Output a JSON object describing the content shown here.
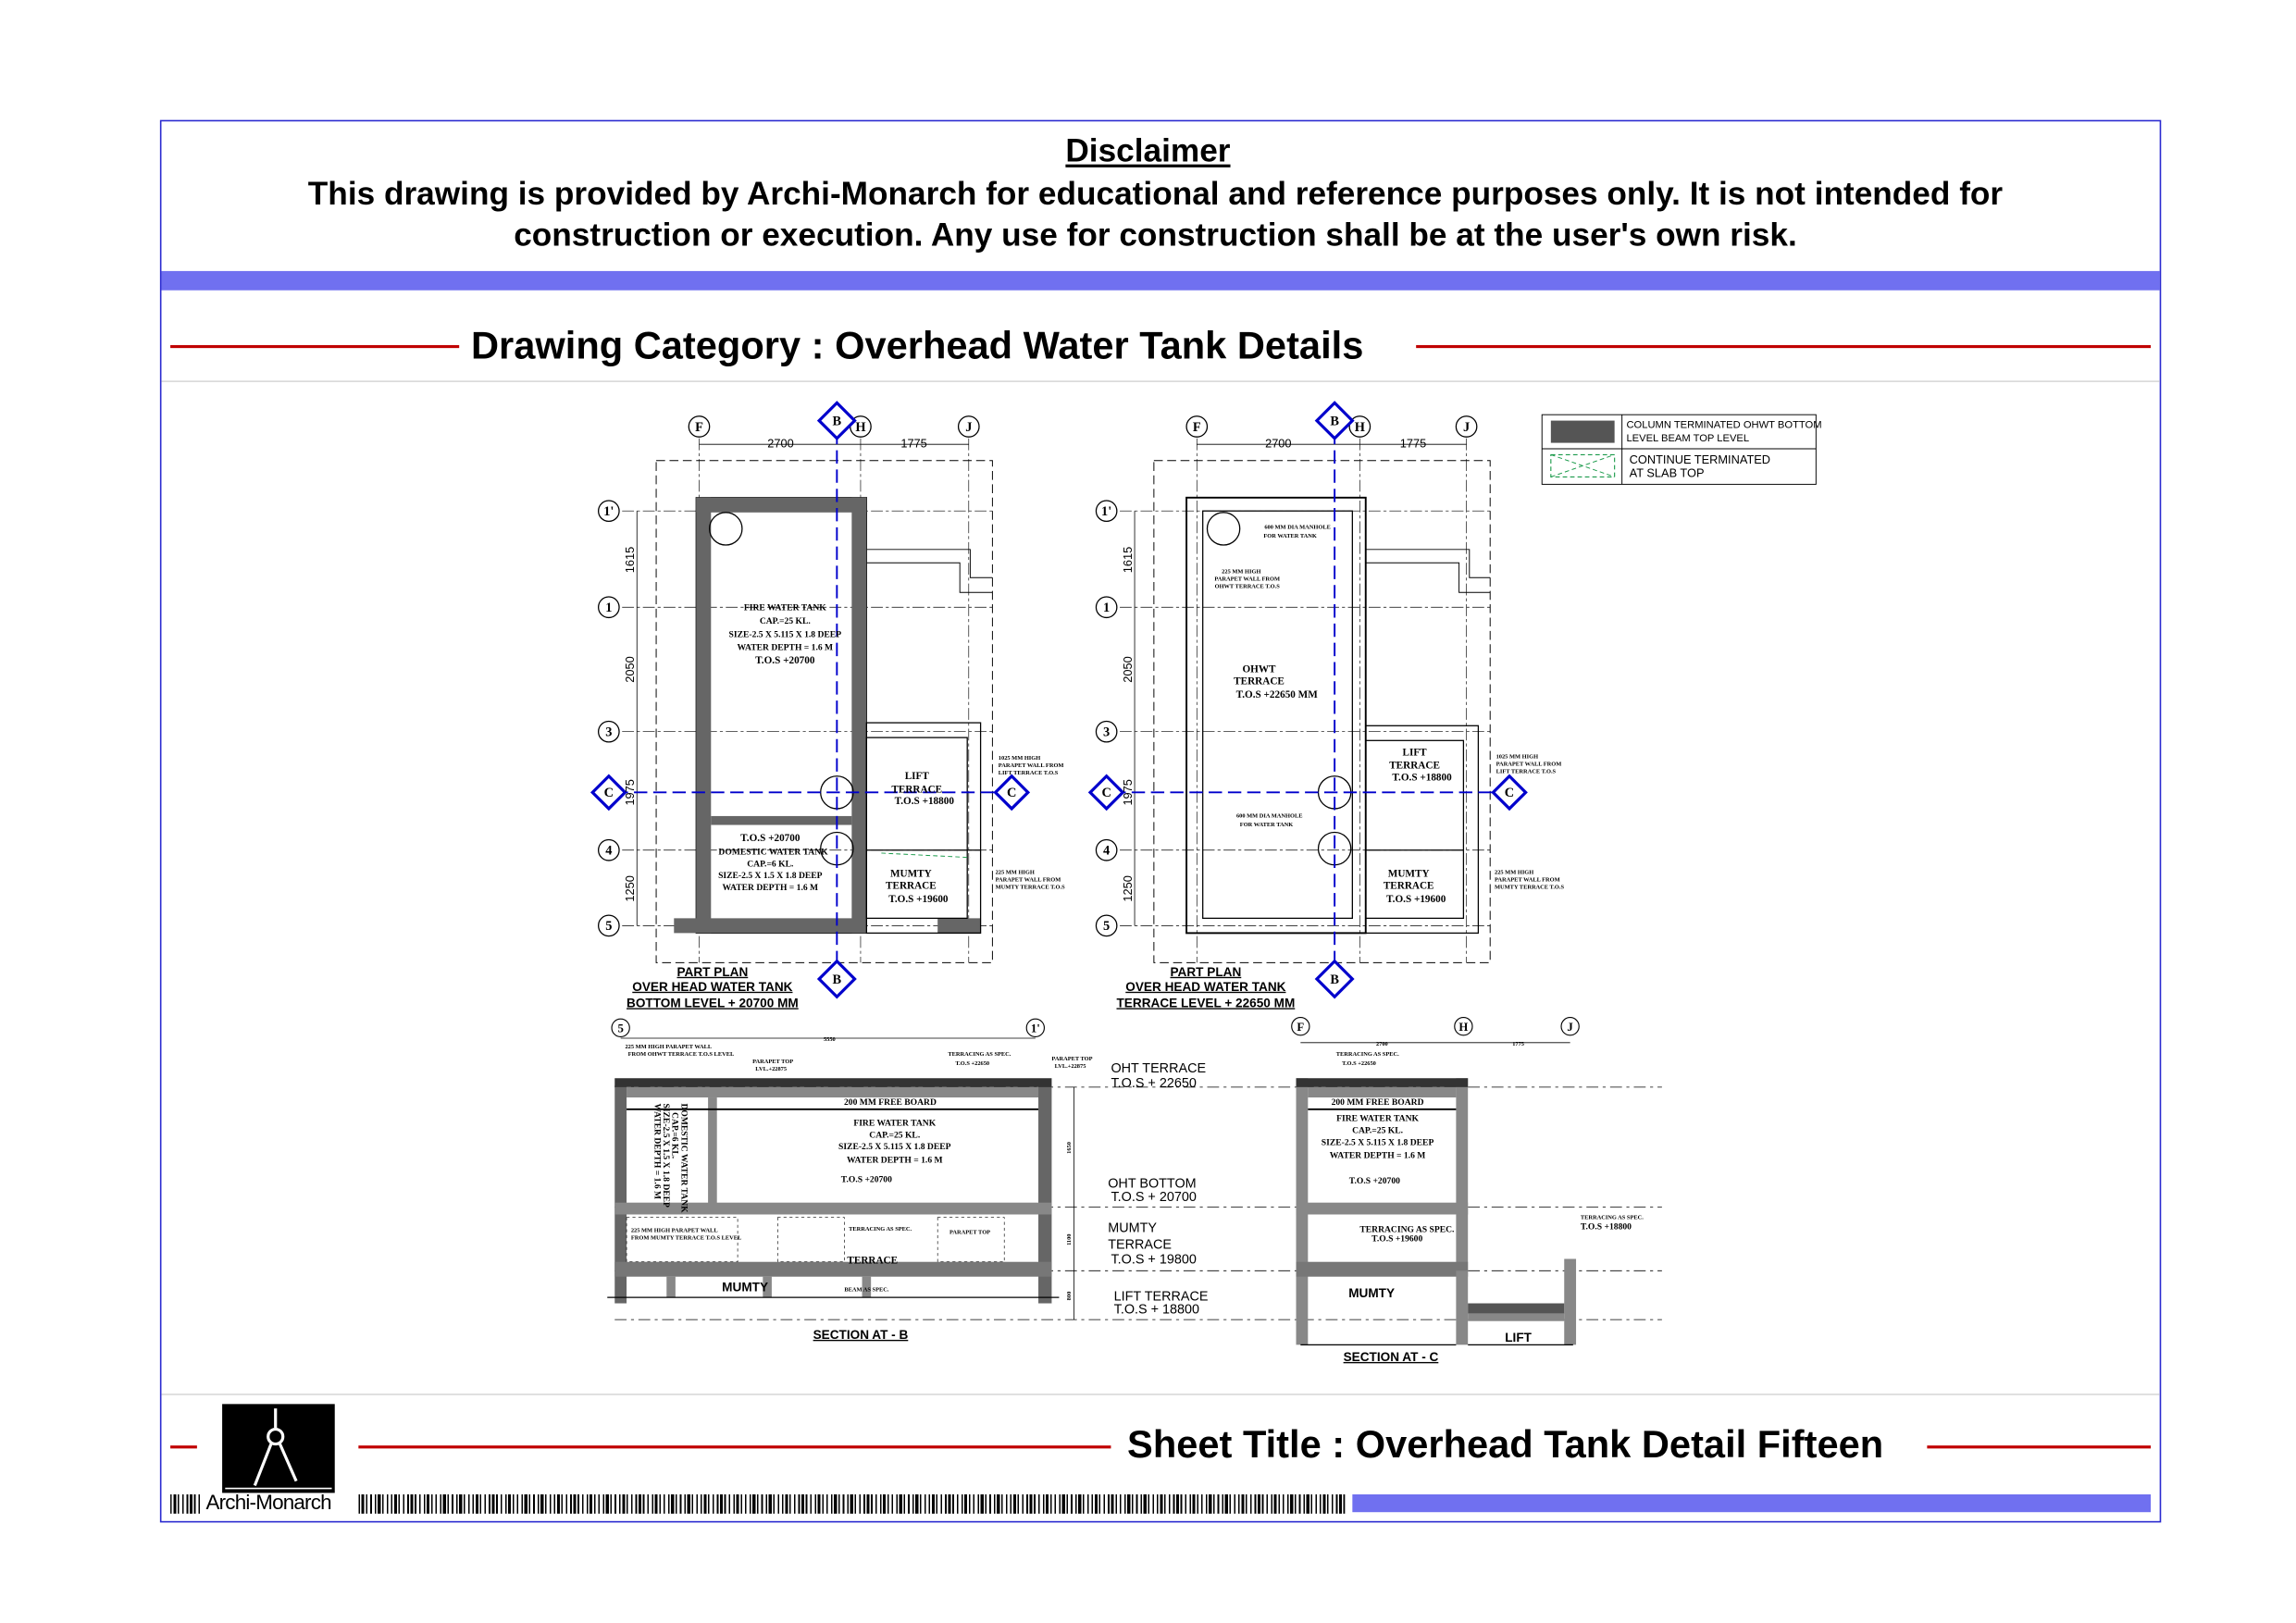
{
  "header": {
    "disclaimer_title": "Disclaimer",
    "disclaimer_text": "This drawing is provided by Archi-Monarch for educational and reference purposes only. It is not intended for construction or execution. Any use for construction shall be at the user's own risk.",
    "category": "Drawing Category : Overhead Water Tank Details"
  },
  "footer": {
    "sheet_title": "Sheet Title : Overhead Tank Detail Fifteen",
    "brand": "Archi-Monarch"
  },
  "colors": {
    "frame": "#2a2ad0",
    "accent_bar": "#7070f0",
    "rule": "#c00000",
    "section_line": "#0000cc"
  },
  "legend": {
    "item1": [
      "COLUMN TERMINATED OHWT BOTTOM",
      "LEVEL BEAM TOP LEVEL"
    ],
    "item2": [
      "CONTINUE TERMINATED",
      "AT SLAB TOP"
    ]
  },
  "grid": {
    "cols": [
      "F",
      "H",
      "J"
    ],
    "rows": [
      "1'",
      "1",
      "3",
      "4",
      "5"
    ],
    "section_b": "B",
    "section_c": "C"
  },
  "dims": {
    "fh": "2700",
    "hj": "1775",
    "r1": "1615",
    "r2": "2050",
    "r3": "1975",
    "r4": "1250",
    "sec_b_total": "5550",
    "sec_b_h1": "1650",
    "sec_b_h2": "1100",
    "sec_b_h3": "800"
  },
  "plan1": {
    "fire_tank": [
      "FIRE WATER TANK",
      "CAP.=25 KL.",
      "SIZE-2.5 X 5.115 X 1.8 DEEP",
      "WATER DEPTH = 1.6 M",
      "T.O.S +20700"
    ],
    "domestic_tank": [
      "T.O.S +20700",
      "DOMESTIC WATER TANK",
      "CAP.=6 KL.",
      "SIZE-2.5 X 1.5 X 1.8 DEEP",
      "WATER DEPTH = 1.6 M"
    ],
    "lift": [
      "LIFT",
      "TERRACE",
      "T.O.S +18800"
    ],
    "mumty": [
      "MUMTY",
      "TERRACE",
      "T.O.S +19600"
    ],
    "parapet_lift": [
      "1025 MM HIGH",
      "PARAPET WALL FROM",
      "LIFT TERRACE T.O.S"
    ],
    "parapet_mumty": [
      "225 MM HIGH",
      "PARAPET WALL FROM",
      "MUMTY TERRACE T.O.S"
    ],
    "title": [
      "PART PLAN",
      "OVER HEAD WATER TANK",
      "BOTTOM LEVEL + 20700 MM"
    ]
  },
  "plan2": {
    "ohwt": [
      "OHWT",
      "TERRACE",
      "T.O.S +22650 MM"
    ],
    "manhole": [
      "600 MM DIA MANHOLE",
      "FOR WATER TANK"
    ],
    "parapet_ohwt": [
      "225 MM HIGH",
      "PARAPET WALL FROM",
      "OHWT TERRACE T.O.S"
    ],
    "lift": [
      "LIFT",
      "TERRACE",
      "T.O.S +18800"
    ],
    "mumty": [
      "MUMTY",
      "TERRACE",
      "T.O.S +19600"
    ],
    "parapet_lift": [
      "1025 MM HIGH",
      "PARAPET WALL FROM",
      "LIFT TERRACE T.O.S"
    ],
    "parapet_mumty": [
      "225 MM HIGH",
      "PARAPET WALL FROM",
      "MUMTY TERRACE T.O.S"
    ],
    "title": [
      "PART PLAN",
      "OVER HEAD WATER TANK",
      "TERRACE LEVEL + 22650 MM"
    ]
  },
  "section_b": {
    "free_board": "200 MM FREE BOARD",
    "fire_tank": [
      "FIRE WATER TANK",
      "CAP.=25 KL.",
      "SIZE-2.5 X 5.115 X 1.8 DEEP",
      "WATER DEPTH = 1.6 M"
    ],
    "domestic": [
      "DOMESTIC WATER TANK",
      "CAP.=6 KL.",
      "SIZE-2.5 X 1.5 X 1.8 DEEP",
      "WATER DEPTH = 1.6 M"
    ],
    "tos_bottom": "T.O.S +20700",
    "parapet_top": [
      "PARAPET TOP",
      "LVL.+22875"
    ],
    "terracing": [
      "TERRACING AS SPEC.",
      "T.O.S +22650"
    ],
    "parapet_ohwt": [
      "225 MM HIGH PARAPET WALL",
      "FROM OHWT TERRACE T.O.S LEVEL"
    ],
    "parapet_mumty": [
      "225 MM HIGH PARAPET WALL",
      "FROM MUMTY TERRACE T.O.S LEVEL"
    ],
    "terrace": "TERRACE",
    "mumty": "MUMTY",
    "beam": "BEAM AS SPEC.",
    "title": "SECTION AT - B"
  },
  "levels": [
    {
      "name": "OHT TERRACE",
      "tos": "T.O.S + 22650"
    },
    {
      "name": "OHT BOTTOM",
      "tos": "T.O.S + 20700"
    },
    {
      "name": "MUMTY\nTERRACE",
      "name1": "MUMTY",
      "name2": "TERRACE",
      "tos": "T.O.S + 19800"
    },
    {
      "name": "LIFT TERRACE",
      "tos": "T.O.S + 18800"
    }
  ],
  "section_c": {
    "free_board": "200 MM FREE BOARD",
    "fire_tank": [
      "FIRE WATER TANK",
      "CAP.=25 KL.",
      "SIZE-2.5 X 5.115 X 1.8 DEEP",
      "WATER DEPTH = 1.6 M"
    ],
    "tos_bottom": "T.O.S +20700",
    "terracing_top": [
      "TERRACING AS SPEC.",
      "T.O.S +22650"
    ],
    "terracing_mumty": [
      "TERRACING AS SPEC.",
      "T.O.S +19600"
    ],
    "terracing_lift": [
      "TERRACING AS SPEC.",
      "T.O.S +18800"
    ],
    "mumty": "MUMTY",
    "lift": "LIFT",
    "title": "SECTION AT - C"
  }
}
